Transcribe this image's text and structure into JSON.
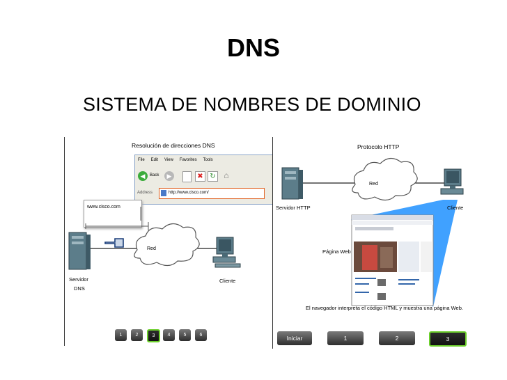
{
  "slide": {
    "title": "DNS",
    "subtitle": "SISTEMA DE NOMBRES DE DOMINIO"
  },
  "left_panel": {
    "heading": "Resolución de direcciones DNS",
    "browser": {
      "menu": [
        "File",
        "Edit",
        "View",
        "Favorites",
        "Tools"
      ],
      "back_label": "Back",
      "address_label": "Address",
      "address_value": "http://www.cisco.com/"
    },
    "query_text": "www.cisco.com",
    "cloud_label": "Red",
    "server_label_line1": "Servidor",
    "server_label_line2": "DNS",
    "client_label": "Cliente",
    "nav_buttons": [
      "1",
      "2",
      "3",
      "4",
      "5",
      "6"
    ],
    "active_index": 2
  },
  "right_panel": {
    "heading": "Protocolo HTTP",
    "cloud_label": "Red",
    "server_label": "Servidor HTTP",
    "client_label": "Cliente",
    "webpage_label": "Página Web",
    "caption": "El navegador interpreta el código HTML y muestra una página Web.",
    "nav_buttons": [
      "Iniciar",
      "1",
      "2",
      "3"
    ],
    "active_index": 3
  },
  "colors": {
    "accent_green": "#6ccf2c",
    "beam_blue": "#1e90ff",
    "browser_border": "#e06020"
  }
}
